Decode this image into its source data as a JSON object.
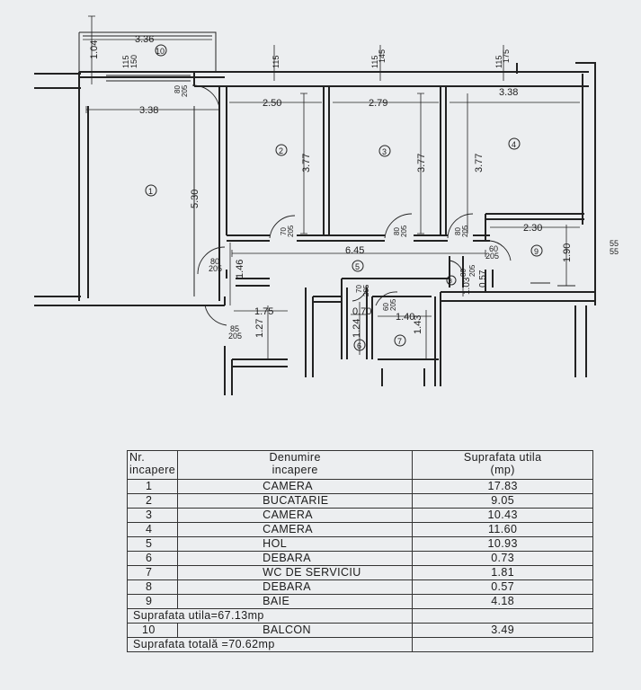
{
  "plan": {
    "balcony": {
      "width": "3.36",
      "depth": "1.04",
      "number": "10",
      "window": "150",
      "window_h": "115"
    },
    "room1": {
      "number": "1",
      "width": "3.38",
      "length": "5.30",
      "door_w": "80",
      "door_h": "205"
    },
    "room2": {
      "number": "2",
      "width": "2.50",
      "length": "3.77",
      "window": "115",
      "door_w": "70",
      "door_h": "205"
    },
    "room3": {
      "number": "3",
      "width": "2.79",
      "length": "3.77",
      "window_w": "145",
      "window_h": "115",
      "door_w": "80",
      "door_h": "205"
    },
    "room4": {
      "number": "4",
      "width": "3.38",
      "length": "3.77",
      "window_w": "175",
      "window_h": "115",
      "door_w": "80",
      "door_h": "205"
    },
    "hall": {
      "number": "5",
      "length": "6.45",
      "depth": "1.46",
      "entry_w": "1.75",
      "entry_d": "1.27",
      "door_w": "80",
      "door_h": "205",
      "entry_door_w": "85",
      "entry_door_h": "205"
    },
    "room6": {
      "number": "6",
      "width": "0.70",
      "length": "1.24",
      "door_w": "70",
      "door_h": "205"
    },
    "room7": {
      "number": "7",
      "width": "1.40",
      "length": "1.43",
      "door_w": "60",
      "door_h": "205"
    },
    "room8": {
      "number": "8",
      "width": "1.03",
      "length": "0.57",
      "door_w": "80",
      "door_h": "205"
    },
    "room9": {
      "number": "9",
      "width": "2.30",
      "length": "1.90",
      "door_w": "60",
      "door_h": "205",
      "window_w": "55",
      "window_h": "55"
    }
  },
  "table": {
    "header_nr": "Nr.\nincapere",
    "header_name": "Denumire\nincapere",
    "header_area": "Suprafata utila\n(mp)",
    "rows": [
      {
        "nr": "1",
        "name": "CAMERA",
        "area": "17.83"
      },
      {
        "nr": "2",
        "name": "BUCATARIE",
        "area": "9.05"
      },
      {
        "nr": "3",
        "name": "CAMERA",
        "area": "10.43"
      },
      {
        "nr": "4",
        "name": "CAMERA",
        "area": "11.60"
      },
      {
        "nr": "5",
        "name": "HOL",
        "area": "10.93"
      },
      {
        "nr": "6",
        "name": "DEBARA",
        "area": "0.73"
      },
      {
        "nr": "7",
        "name": "WC DE SERVICIU",
        "area": "1.81"
      },
      {
        "nr": "8",
        "name": "DEBARA",
        "area": "0.57"
      },
      {
        "nr": "9",
        "name": "BAIE",
        "area": "4.18"
      }
    ],
    "useful_total": "Suprafata utila=67.13mp",
    "balcony_row": {
      "nr": "10",
      "name": "BALCON",
      "area": "3.49"
    },
    "grand_total": "Suprafata totală =70.62mp"
  }
}
